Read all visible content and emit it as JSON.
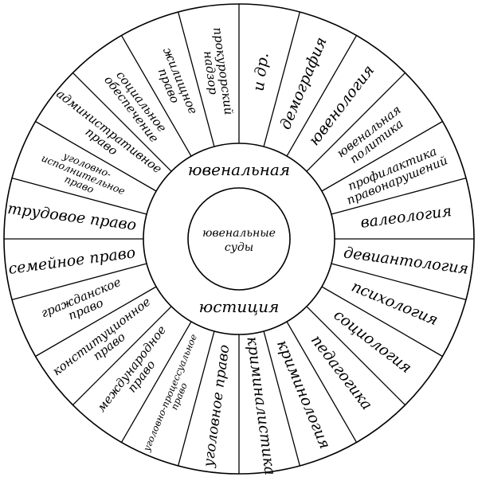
{
  "diagram": {
    "center": {
      "lines": [
        "ювенальные",
        "суды"
      ]
    },
    "ring": {
      "top": "ювенальная",
      "bottom": "юстиция"
    },
    "colors": {
      "line": "#000000",
      "fill": "#ffffff",
      "text": "#000000"
    },
    "segments": [
      {
        "lines": [
          "и др."
        ]
      },
      {
        "lines": [
          "демография"
        ]
      },
      {
        "lines": [
          "ювенология"
        ]
      },
      {
        "lines": [
          "ювенальная",
          "политика"
        ]
      },
      {
        "lines": [
          "профилактика",
          "правонарушений"
        ]
      },
      {
        "lines": [
          "валеология"
        ]
      },
      {
        "lines": [
          "девиантология"
        ]
      },
      {
        "lines": [
          "психология"
        ]
      },
      {
        "lines": [
          "социология"
        ]
      },
      {
        "lines": [
          "педагогика"
        ]
      },
      {
        "lines": [
          "криминология"
        ]
      },
      {
        "lines": [
          "криминалистика"
        ]
      },
      {
        "lines": [
          "уголовное право"
        ]
      },
      {
        "lines": [
          "уголовно-процессуальное",
          "право"
        ]
      },
      {
        "lines": [
          "международное",
          "право"
        ]
      },
      {
        "lines": [
          "конституционное",
          "право"
        ]
      },
      {
        "lines": [
          "гражданское",
          "право"
        ]
      },
      {
        "lines": [
          "семейное право"
        ]
      },
      {
        "lines": [
          "трудовое право"
        ]
      },
      {
        "lines": [
          "уголовно-",
          "исполнительное",
          "право"
        ]
      },
      {
        "lines": [
          "административное",
          "право"
        ]
      },
      {
        "lines": [
          "социальное",
          "обеспечение"
        ]
      },
      {
        "lines": [
          "жилищное",
          "право"
        ]
      },
      {
        "lines": [
          "прокурорский",
          "надзор"
        ]
      }
    ]
  }
}
